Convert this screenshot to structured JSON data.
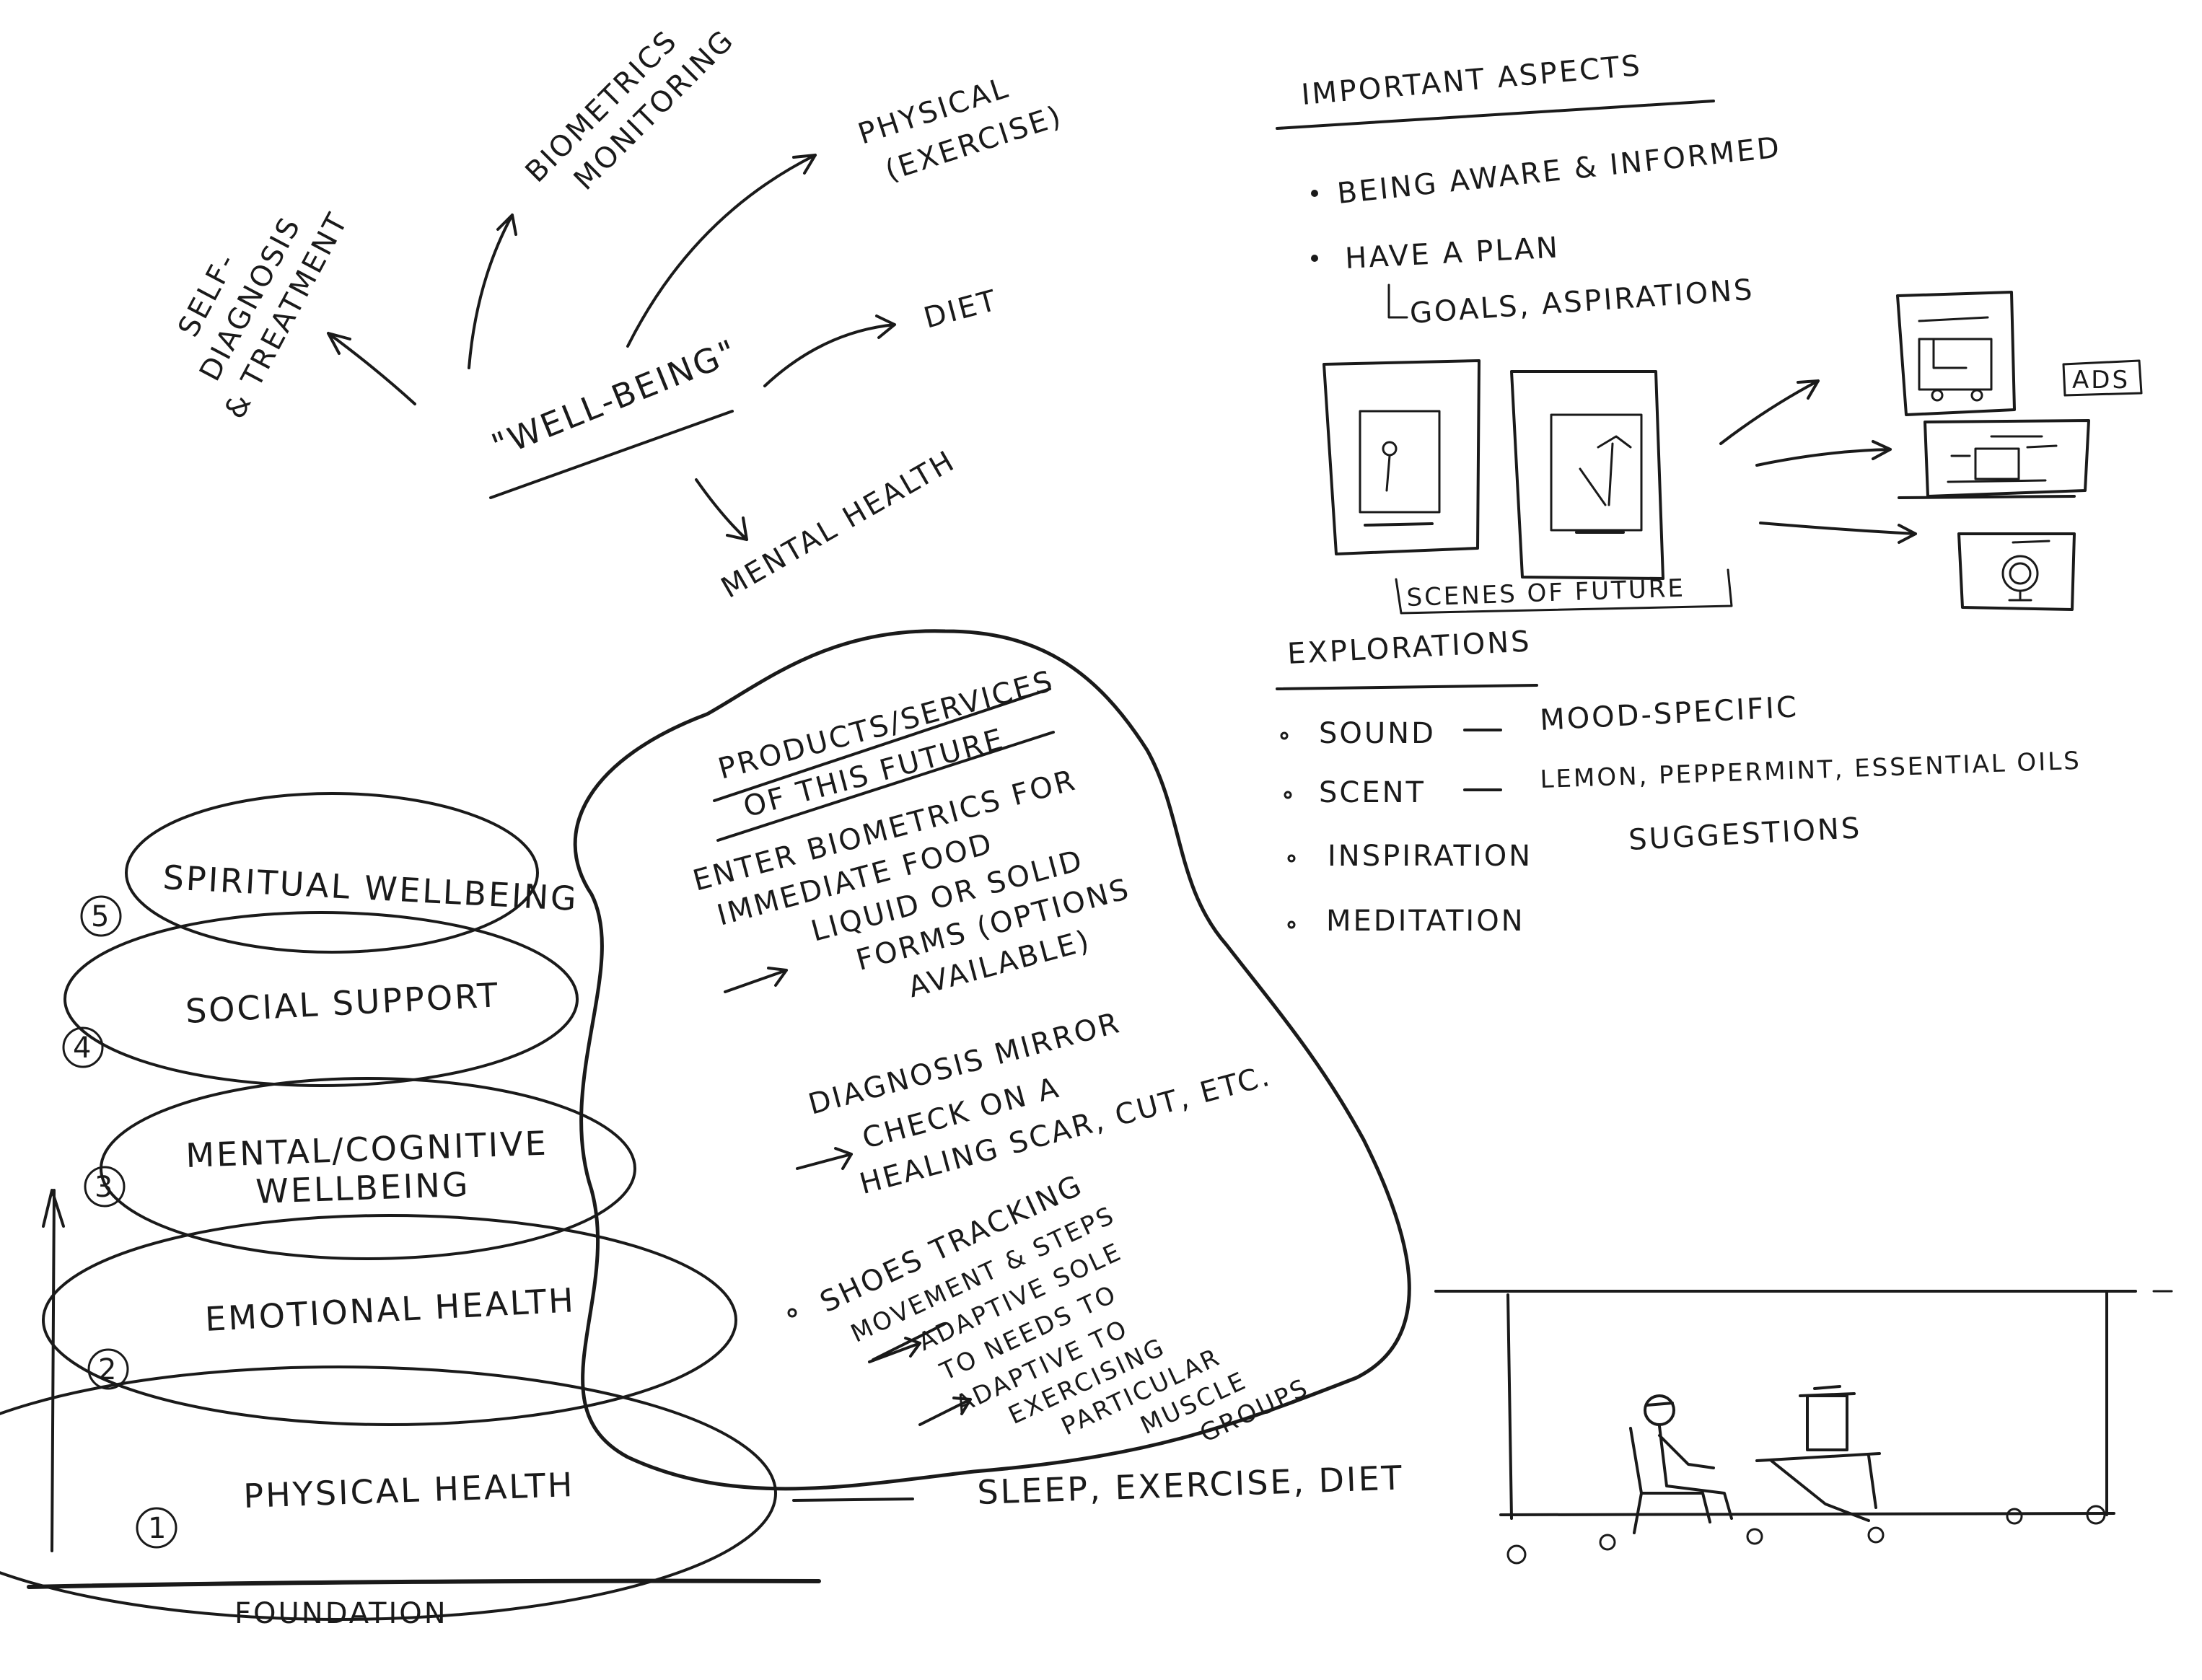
{
  "mindmap": {
    "center": "\"WELL-BEING\"",
    "self_diagnosis": [
      "SELF-",
      "DIAGNOSIS",
      "& TREATMENT"
    ],
    "biometrics": [
      "BIOMETRICS",
      "MONITORING"
    ],
    "physical": [
      "PHYSICAL",
      "(EXERCISE)"
    ],
    "diet": "DIET",
    "mental_health": "MENTAL HEALTH"
  },
  "important_aspects": {
    "title": "IMPORTANT ASPECTS",
    "item1": "BEING AWARE & INFORMED",
    "item2": "HAVE A PLAN",
    "item2_sub": "GOALS, ASPIRATIONS",
    "scenes_label": "SCENES OF FUTURE",
    "ads_label": "ADS"
  },
  "explorations": {
    "title": "EXPLORATIONS",
    "sound_label": "SOUND",
    "sound_value": "MOOD-SPECIFIC",
    "scent_label": "SCENT",
    "scent_value": "LEMON, PEPPERMINT, ESSENTIAL OILS",
    "inspiration_label": "INSPIRATION",
    "inspiration_value": "SUGGESTIONS",
    "meditation_label": "MEDITATION"
  },
  "hierarchy": {
    "items": [
      {
        "number": "5",
        "label_lines": [
          "SPIRITUAL WELLBEING"
        ]
      },
      {
        "number": "4",
        "label_lines": [
          "SOCIAL SUPPORT"
        ]
      },
      {
        "number": "3",
        "label_lines": [
          "MENTAL/COGNITIVE",
          "WELLBEING"
        ]
      },
      {
        "number": "2",
        "label_lines": [
          "EMOTIONAL HEALTH"
        ]
      },
      {
        "number": "1",
        "label_lines": [
          "PHYSICAL HEALTH"
        ]
      }
    ],
    "foundation": "FOUNDATION",
    "physical_detail": "SLEEP, EXERCISE, DIET"
  },
  "products": {
    "title": [
      "PRODUCTS/SERVICES",
      "OF THIS FUTURE"
    ],
    "biometrics_lines": [
      "ENTER BIOMETRICS FOR",
      "IMMEDIATE FOOD",
      "LIQUID OR SOLID",
      "FORMS (OPTIONS",
      "AVAILABLE)"
    ],
    "mirror_lines": [
      "DIAGNOSIS MIRROR",
      "CHECK ON A",
      "HEALING SCAR, CUT, ETC."
    ],
    "shoes_lines": [
      "SHOES TRACKING",
      "MOVEMENT & STEPS",
      "ADAPTIVE SOLE",
      "TO NEEDS TO",
      "ADAPTIVE TO",
      "EXERCISING",
      "PARTICULAR",
      "MUSCLE",
      "GROUPS"
    ]
  }
}
